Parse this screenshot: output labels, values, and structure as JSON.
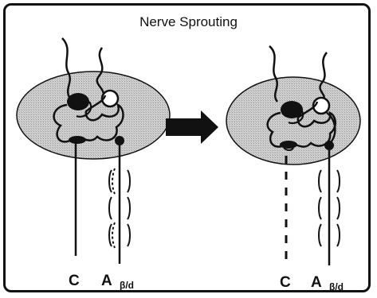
{
  "title": "Nerve Sprouting",
  "left_panel": {
    "fiber_c": "C",
    "fiber_a": "A",
    "fiber_a_sub": "β/d"
  },
  "right_panel": {
    "fiber_c": "C",
    "fiber_a": "A",
    "fiber_a_sub": "β/d"
  },
  "colors": {
    "section_fill": "#c9c9c9",
    "ink": "#111111",
    "background": "#ffffff"
  },
  "icons": [
    "dorsal-horn-section",
    "right-arrow-icon",
    "myelin-sheath-segments"
  ]
}
